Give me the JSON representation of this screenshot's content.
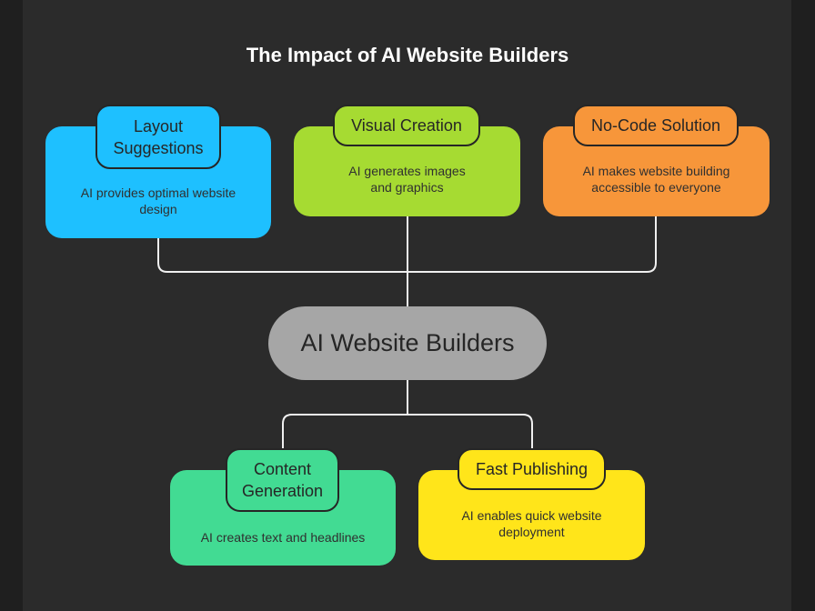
{
  "title": "The Impact of AI Website Builders",
  "center": {
    "label": "AI Website Builders",
    "color": "#a6a6a6"
  },
  "nodes": [
    {
      "title": "Layout Suggestions",
      "description": "AI provides optimal website design",
      "color": "#1ec0ff"
    },
    {
      "title": "Visual Creation",
      "description": "AI generates images and graphics",
      "color": "#a6db32"
    },
    {
      "title": "No-Code Solution",
      "description": "AI makes website building accessible to everyone",
      "color": "#f7963a"
    },
    {
      "title": "Content Generation",
      "description": "AI creates text and headlines",
      "color": "#42db93"
    },
    {
      "title": "Fast Publishing",
      "description": "AI enables quick website deployment",
      "color": "#ffe51a"
    }
  ]
}
